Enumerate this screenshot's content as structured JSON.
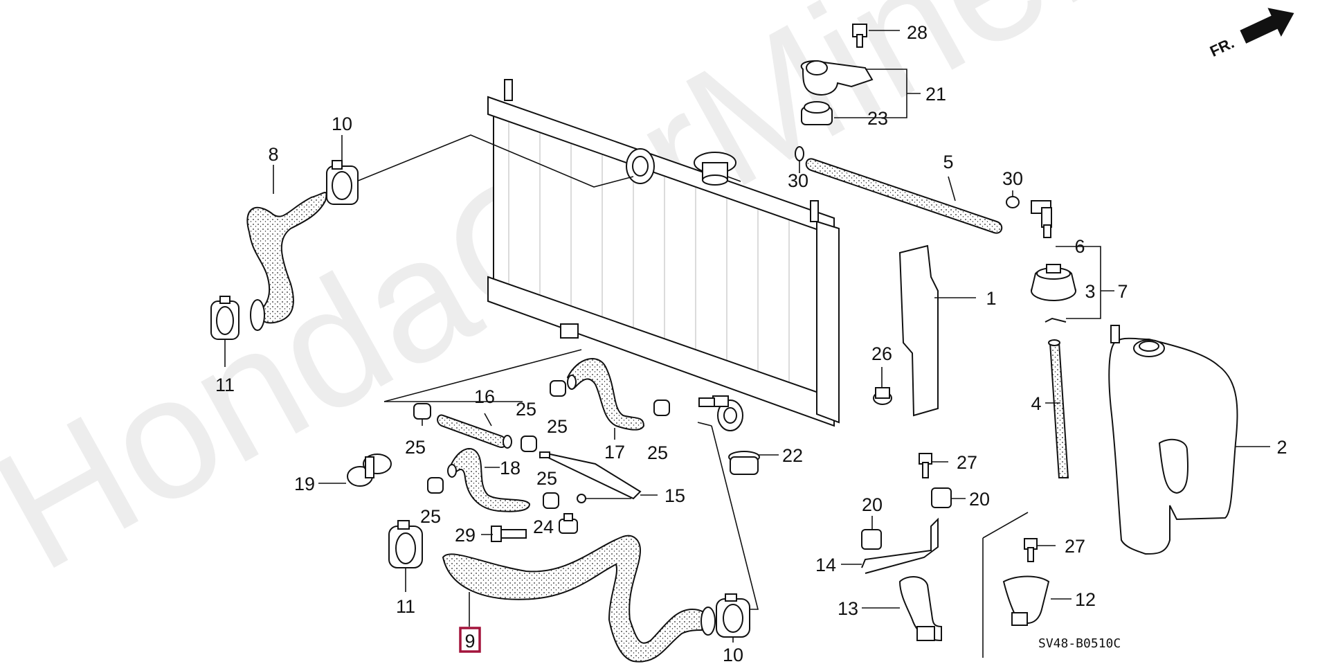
{
  "diagram": {
    "code": "SV48-B0510C",
    "direction_label": "FR.",
    "watermark": "HondaCarMine.ru",
    "highlight_color": "#a3143c",
    "labels": {
      "p1": "1",
      "p2": "2",
      "p3": "3",
      "p4": "4",
      "p5": "5",
      "p6": "6",
      "p7": "7",
      "p8": "8",
      "p9": "9",
      "p10a": "10",
      "p10b": "10",
      "p11a": "11",
      "p11b": "11",
      "p12": "12",
      "p13": "13",
      "p14": "14",
      "p15": "15",
      "p16": "16",
      "p17": "17",
      "p18": "18",
      "p19": "19",
      "p20a": "20",
      "p20b": "20",
      "p21": "21",
      "p22": "22",
      "p23": "23",
      "p24": "24",
      "p25a": "25",
      "p25b": "25",
      "p25c": "25",
      "p25d": "25",
      "p25e": "25",
      "p26": "26",
      "p27a": "27",
      "p27b": "27",
      "p28": "28",
      "p29": "29",
      "p30a": "30",
      "p30b": "30"
    }
  }
}
